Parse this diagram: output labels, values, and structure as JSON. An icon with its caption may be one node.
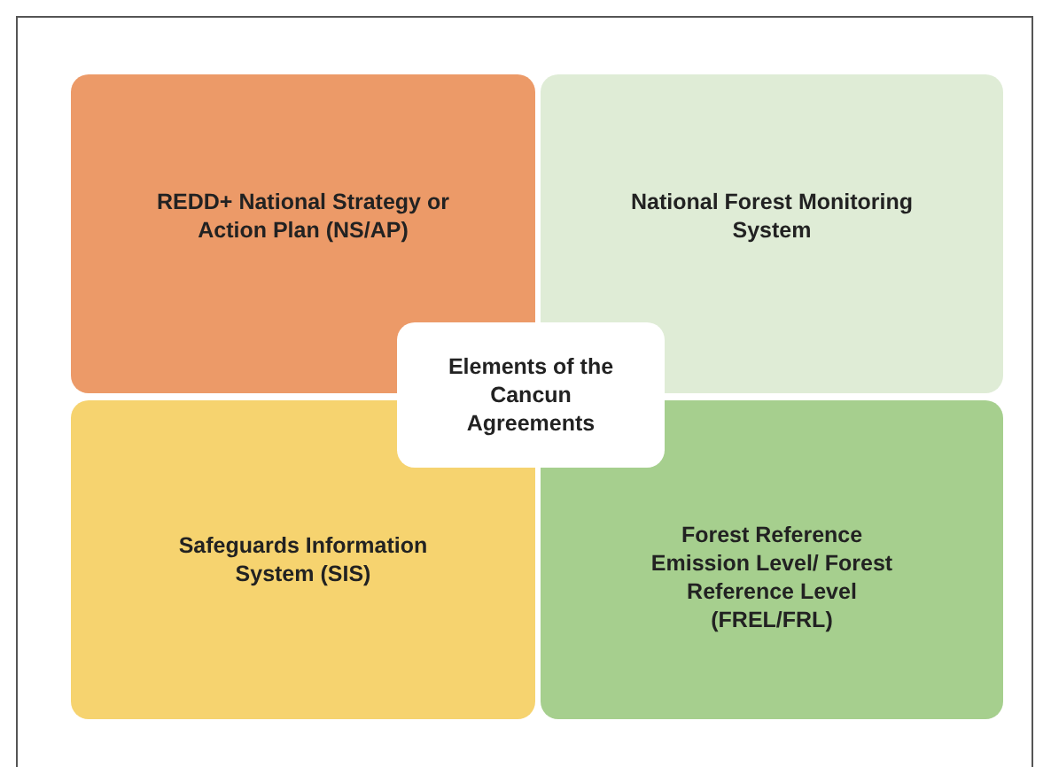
{
  "diagram": {
    "nodes": [
      {
        "text": [
          "REDD+ National Strategy or Action Plan (NS/AP)"
        ]
      },
      {
        "text": [
          "National Forest Monitoring System"
        ]
      },
      {
        "text": [
          "Elements of the Cancun Agreements"
        ]
      },
      {
        "text": [
          "Safeguards Information System (SIS)"
        ]
      },
      {
        "text": [
          "Forest Reference Emission Level/ Forest Reference Level (FREL/FRL)"
        ]
      }
    ]
  }
}
